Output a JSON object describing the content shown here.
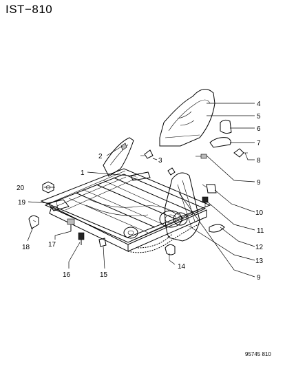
{
  "diagram": {
    "title": "IST−810",
    "catalog_number": "95745  810",
    "callouts": [
      {
        "id": "c4",
        "label": "4"
      },
      {
        "id": "c5",
        "label": "5"
      },
      {
        "id": "c6",
        "label": "6"
      },
      {
        "id": "c7",
        "label": "7"
      },
      {
        "id": "c8",
        "label": "8"
      },
      {
        "id": "c2",
        "label": "2"
      },
      {
        "id": "c3",
        "label": "3"
      },
      {
        "id": "c1",
        "label": "1"
      },
      {
        "id": "c9a",
        "label": "9"
      },
      {
        "id": "c20",
        "label": "20"
      },
      {
        "id": "c19",
        "label": "19"
      },
      {
        "id": "c10",
        "label": "10"
      },
      {
        "id": "c11",
        "label": "11"
      },
      {
        "id": "c12",
        "label": "12"
      },
      {
        "id": "c13",
        "label": "13"
      },
      {
        "id": "c9b",
        "label": "9"
      },
      {
        "id": "c18",
        "label": "18"
      },
      {
        "id": "c17",
        "label": "17"
      },
      {
        "id": "c16",
        "label": "16"
      },
      {
        "id": "c15",
        "label": "15"
      },
      {
        "id": "c14",
        "label": "14"
      }
    ]
  }
}
